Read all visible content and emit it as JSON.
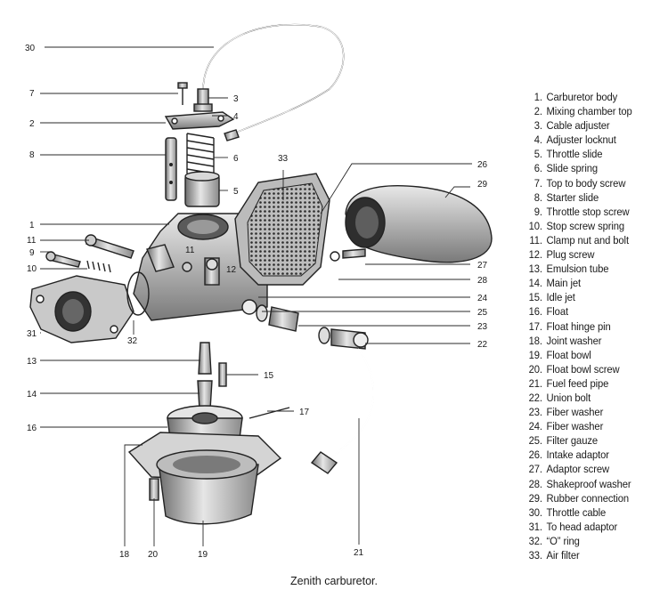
{
  "caption": "Zenith carburetor.",
  "legend": [
    {
      "num": "1.",
      "text": "Carburetor body"
    },
    {
      "num": "2.",
      "text": "Mixing chamber top"
    },
    {
      "num": "3.",
      "text": "Cable adjuster"
    },
    {
      "num": "4.",
      "text": "Adjuster locknut"
    },
    {
      "num": "5.",
      "text": "Throttle slide"
    },
    {
      "num": "6.",
      "text": "Slide spring"
    },
    {
      "num": "7.",
      "text": "Top to body screw"
    },
    {
      "num": "8.",
      "text": "Starter slide"
    },
    {
      "num": "9.",
      "text": "Throttle stop screw"
    },
    {
      "num": "10.",
      "text": "Stop screw spring"
    },
    {
      "num": "11.",
      "text": "Clamp nut and bolt"
    },
    {
      "num": "12.",
      "text": "Plug screw"
    },
    {
      "num": "13.",
      "text": "Emulsion tube"
    },
    {
      "num": "14.",
      "text": "Main jet"
    },
    {
      "num": "15.",
      "text": "Idle jet"
    },
    {
      "num": "16.",
      "text": "Float"
    },
    {
      "num": "17.",
      "text": "Float hinge pin"
    },
    {
      "num": "18.",
      "text": "Joint washer"
    },
    {
      "num": "19.",
      "text": "Float bowl"
    },
    {
      "num": "20.",
      "text": "Float bowl screw"
    },
    {
      "num": "21.",
      "text": "Fuel feed pipe"
    },
    {
      "num": "22.",
      "text": "Union bolt"
    },
    {
      "num": "23.",
      "text": "Fiber washer"
    },
    {
      "num": "24.",
      "text": "Fiber washer"
    },
    {
      "num": "25.",
      "text": "Filter gauze"
    },
    {
      "num": "26.",
      "text": "Intake adaptor"
    },
    {
      "num": "27.",
      "text": "Adaptor screw"
    },
    {
      "num": "28.",
      "text": "Shakeproof washer"
    },
    {
      "num": "29.",
      "text": "Rubber connection"
    },
    {
      "num": "30.",
      "text": "Throttle cable"
    },
    {
      "num": "31.",
      "text": "To head adaptor"
    },
    {
      "num": "32.",
      "text": "“O” ring"
    },
    {
      "num": "33.",
      "text": "Air filter"
    }
  ],
  "callouts": {
    "c1": "1",
    "c2": "2",
    "c3": "3",
    "c4": "4",
    "c5": "5",
    "c6": "6",
    "c7": "7",
    "c8": "8",
    "c9": "9",
    "c10": "10",
    "c11": "11",
    "c11b": "11",
    "c12": "12",
    "c13": "13",
    "c14": "14",
    "c15": "15",
    "c16": "16",
    "c17": "17",
    "c18": "18",
    "c19": "19",
    "c20": "20",
    "c21": "21",
    "c22": "22",
    "c23": "23",
    "c24": "24",
    "c25": "25",
    "c26": "26",
    "c27": "27",
    "c28": "28",
    "c29": "29",
    "c30": "30",
    "c31": "31",
    "c32": "32",
    "c33": "33"
  }
}
